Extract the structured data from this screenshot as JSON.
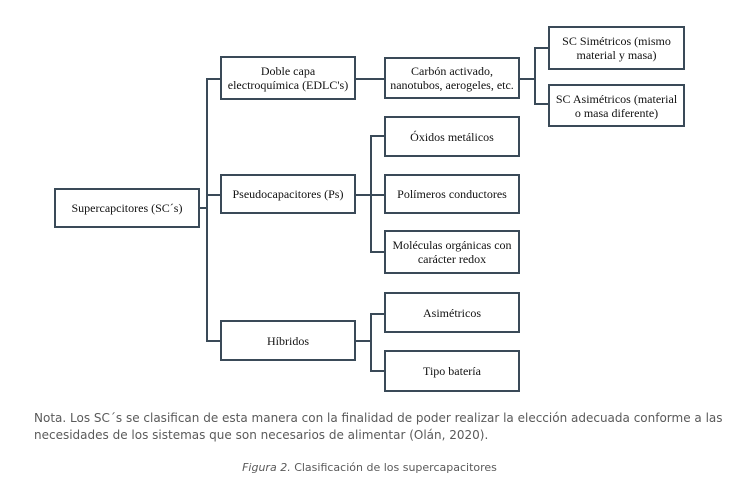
{
  "diagram": {
    "root": "Supercapcitores (SC´s)",
    "level1": {
      "edlc": "Doble capa electroquímica (EDLC's)",
      "pseudo": "Pseudocapacitores (Ps)",
      "hybrid": "Híbridos"
    },
    "edlc_children": {
      "carbon": "Carbón activado, nanotubos, aerogeles, etc."
    },
    "carbon_children": {
      "symmetric": "SC Simétricos (mismo material y masa)",
      "asymmetric": "SC Asimétricos (material o masa diferente)"
    },
    "pseudo_children": {
      "oxides": "Óxidos metálicos",
      "polymers": "Polímeros conductores",
      "molecules": "Moléculas orgánicas con carácter redox"
    },
    "hybrid_children": {
      "asymmetric": "Asimétricos",
      "battery": "Tipo batería"
    }
  },
  "note": "Nota. Los SC´s se clasifican de esta manera con la finalidad de poder realizar la elección adecuada conforme a las necesidades de los sistemas que son necesarios de alimentar (Olán, 2020).",
  "caption": {
    "figure_label": "Figura 2.",
    "text": "Clasificación de los supercapacitores"
  }
}
